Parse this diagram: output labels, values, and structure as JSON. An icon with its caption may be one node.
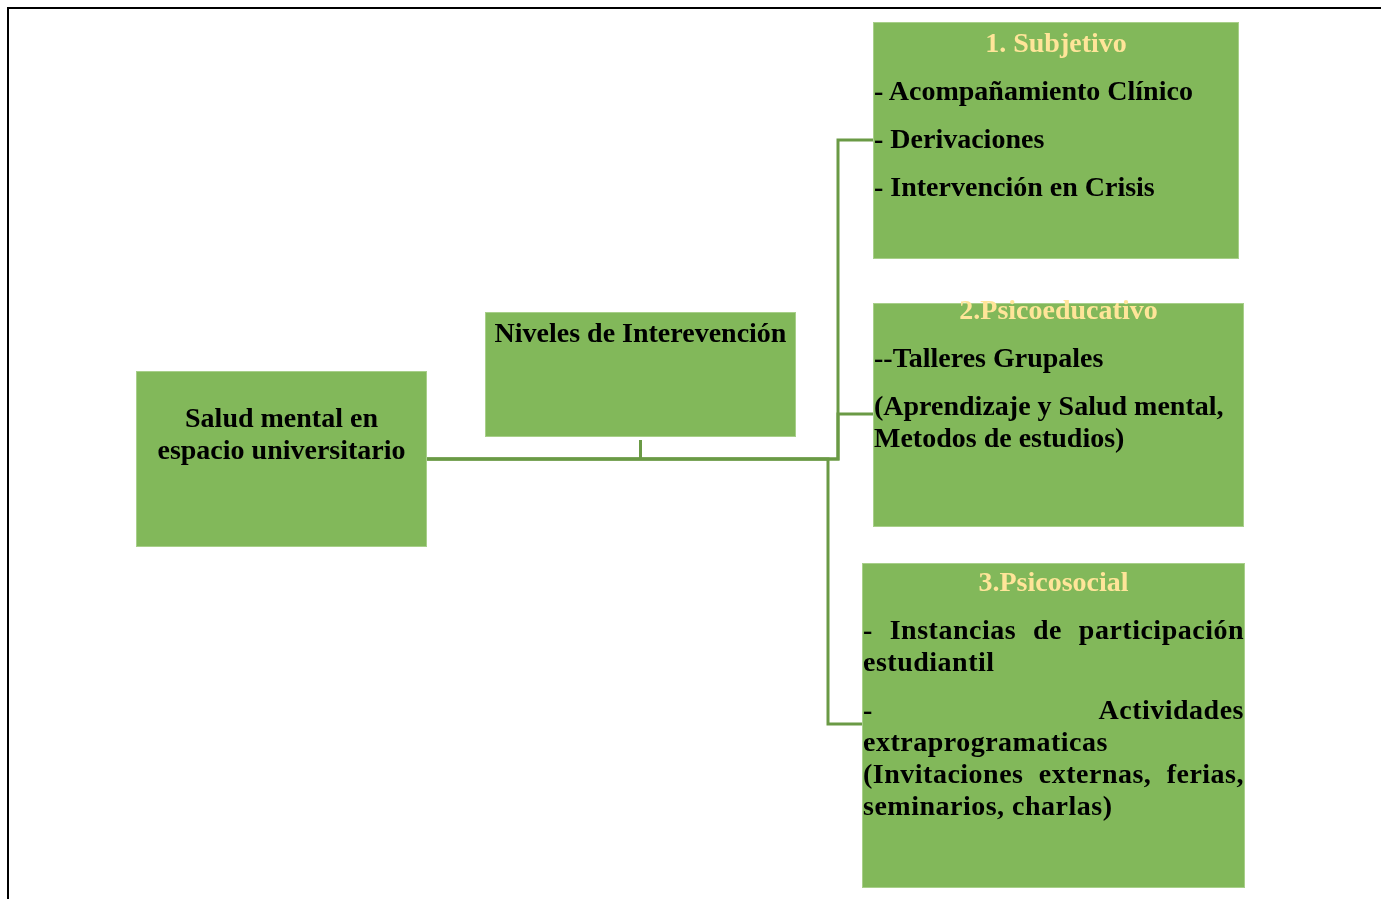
{
  "diagram": {
    "nodes": [
      {
        "text": [
          "Salud mental en espacio universitario"
        ]
      },
      {
        "text": [
          "Niveles de Interevención"
        ]
      },
      {
        "text": [
          "1. Subjetivo",
          "- Acompañamiento Clínico",
          "- Derivaciones",
          "- Intervención en Crisis"
        ]
      },
      {
        "text": [
          "2.Psicoeducativo",
          "--Talleres Grupales",
          "(Aprendizaje y Salud mental, Metodos de estudios)"
        ]
      },
      {
        "text": [
          "3.Psicosocial",
          "- Instancias de participación estudiantil",
          "- Actividades extraprogramaticas (Invitaciones externas, ferias, seminarios, charlas)"
        ]
      }
    ],
    "edges": [
      {
        "from": 0,
        "to": 2,
        "arrow": "none"
      },
      {
        "from": 0,
        "to": 3,
        "arrow": "none"
      },
      {
        "from": 0,
        "to": 4,
        "arrow": "none"
      },
      {
        "from": 1,
        "to": null,
        "arrow": "none"
      }
    ]
  }
}
